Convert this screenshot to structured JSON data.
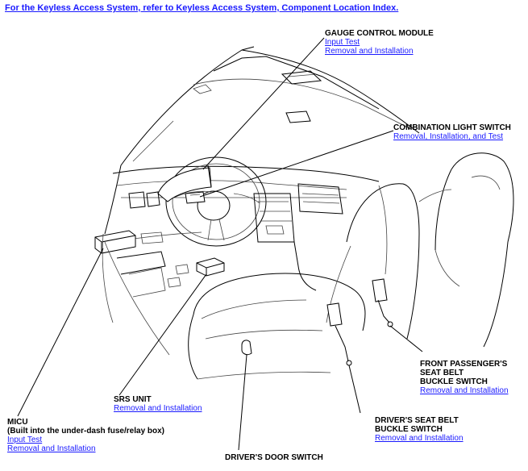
{
  "top_link": "For the Keyless Access System, refer to Keyless Access System, Component Location Index.",
  "callouts": {
    "gauge": {
      "title": "GAUGE CONTROL MODULE",
      "links": [
        "Input Test",
        "Removal and Installation"
      ]
    },
    "combination": {
      "title": "COMBINATION LIGHT SWITCH",
      "links": [
        "Removal, Installation, and Test"
      ]
    },
    "front_passenger": {
      "title_lines": [
        "FRONT PASSENGER'S",
        "SEAT BELT",
        "BUCKLE SWITCH"
      ],
      "links": [
        "Removal and Installation"
      ]
    },
    "srs": {
      "title": "SRS UNIT",
      "links": [
        "Removal and Installation"
      ]
    },
    "micu": {
      "title_lines": [
        "MICU",
        "(Built into the under-dash fuse/relay box)"
      ],
      "links": [
        "Input Test",
        "Removal and Installation"
      ]
    },
    "drivers_seat_belt": {
      "title_lines": [
        "DRIVER'S SEAT BELT",
        "BUCKLE SWITCH"
      ],
      "links": [
        "Removal and Installation"
      ]
    },
    "drivers_door": {
      "title": "DRIVER'S DOOR SWITCH"
    }
  }
}
